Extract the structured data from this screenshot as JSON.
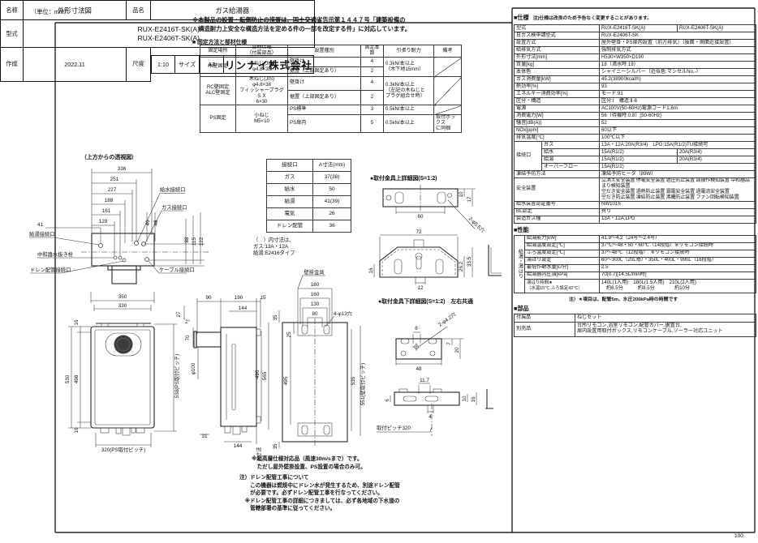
{
  "page": {
    "unit_note": "（単位：mm）",
    "page_number": "100"
  },
  "notice": "※本製品の設置・転倒防止の措置は、国土交通省告示第１４４７号「建築設備の\n　構造耐力上安全な構造方法を定める件の一部を改定する件」に対応しています。",
  "fixing": {
    "title": "■ 固定方法と部材仕様",
    "headers": [
      "固定場所",
      "部材仕様\n（付属部品）",
      "設置種別",
      "固定本数",
      "引張り耐力",
      "備考"
    ],
    "rows": [
      {
        "place": "木壁固定",
        "spec": "木ねじ(JIS)\nφ4.8×38",
        "type": "壁掛け",
        "count": "4",
        "strength": "0.3kN/本以上\n（木下地15mm）"
      },
      {
        "type": "据置（上部固定あり）",
        "count": "2"
      },
      {
        "place": "RC壁固定\nALC壁固定",
        "spec": "木ねじ(JIS)\nφ4.8×38\nフィッシャープラグＳＸ\n6×30",
        "type": "壁掛け",
        "count": "4",
        "strength": "0.3kN/本以上\n（左記の木ねじと\nプラグ組合せ時）"
      },
      {
        "type": "据置（上部固定あり）",
        "count": "2"
      },
      {
        "place": "PS固定",
        "spec": "小ねじ\nM5×10",
        "type": "PS標準",
        "count": "3",
        "strength": "0.5kN/本以上"
      },
      {
        "type": "PS扉内",
        "count": "5",
        "strength": "0.5kN/本以上",
        "remark": "取付ボックス\nに同梱"
      }
    ]
  },
  "spec": {
    "title": "■仕様",
    "note": "注)仕様は改良のため予告なく変更することがあります。",
    "rows": [
      {
        "l": "型式",
        "v": "RUX-E2416T-SK(A)",
        "v2": "RUX-E2406T-SK(A)"
      },
      {
        "l": "日ガス検申請型式",
        "v": "RUX-E2406T-SK"
      },
      {
        "l": "設置方式",
        "v": "屋外壁掛・PS扉内設置〈前方排気〉（後面・側面近接設置）"
      },
      {
        "l": "給排気方式",
        "v": "強制排気方式"
      },
      {
        "l": "外形寸法[mm]",
        "v": "H530×W350×D190"
      },
      {
        "l": "質量[kg]",
        "v": "18（満水時:19）"
      },
      {
        "l": "本体色",
        "v": "シャイニーシルバー（近似色:マンセルNo.-）"
      },
      {
        "l": "ガス消費量[kW]",
        "v": "45.2(38900kcal/h)"
      },
      {
        "l": "熱効率[%]",
        "v": "93"
      },
      {
        "l": "エネルギー消費効率[%]",
        "v": "モード:91"
      },
      {
        "l": "区分・構造",
        "v": "区分:Ⅰ　構造:Ⅱ-6"
      },
      {
        "l": "電源",
        "v": "AC100V(50-60Hz)電源コード1.8m"
      },
      {
        "l": "消費電力[W]",
        "v": "56（待機時:0.8）[50-60Hz]"
      },
      {
        "l": "騒音[dB(A)]",
        "v": "52"
      },
      {
        "l": "NOx[ppm]",
        "v": "60以下"
      },
      {
        "l": "排気温度[℃]",
        "v": "100℃以下"
      }
    ],
    "connections": {
      "group": "接続口",
      "rows": [
        {
          "l": "ガス",
          "v": "13A・12A:20A(R3/4)　LPG:15A(R1/2)TU接続可"
        },
        {
          "l": "給水",
          "v": "15A(R1/2)",
          "v2": "20A(R3/4)"
        },
        {
          "l": "給湯",
          "v": "15A(R1/2)",
          "v2": "20A(R3/4)"
        },
        {
          "l": "オーバーフロー",
          "v": "15A(R1/2)"
        }
      ]
    },
    "rows2": [
      {
        "l": "凍結予防方法",
        "v": "凍結予防ヒータ（89W）"
      },
      {
        "l": "安全装置",
        "v": "立消え安全装置 停電安全装置 過圧防止装置 誤操作検知装置 中和器詰まり検知装置\n空だき安全装置 過熱防止装置 漏電安全装置 過電流安全装置\n空だき防止装置 凍結防止装置 沸騰防止装置 ファン回転検知装置"
      },
      {
        "l": "給水装置認証番号",
        "v": "NW1016"
      },
      {
        "l": "BL認定",
        "v": "有り"
      },
      {
        "l": "製造ガス種",
        "v": "13A・12A,LPG"
      }
    ]
  },
  "performance": {
    "title": "■性能",
    "group": "給湯・湯はり",
    "rows": [
      {
        "l": "給湯能力[kW]",
        "v": "41.9～4.2（24号～2.4号）"
      },
      {
        "l": "給湯温度設定[℃]",
        "v": "37℃～48・50・60℃（14段階）※リモコン接続時"
      },
      {
        "l": "ふろ温度設定[℃]",
        "v": "37～48℃（12段階）　※リモコン接続時"
      },
      {
        "l": "湯はり設定",
        "v": "60～300L（20L毎）・350L・400L・990L（16段階）"
      },
      {
        "l": "最低作動水量[L/分]",
        "v": "2.5"
      },
      {
        "l": "給湯器内圧損[kPa]",
        "v": "70(0.7)[14.5L/min時]"
      },
      {
        "l": "湯はり時間★\n（水温15℃,ふろ設定42℃）",
        "v": "140L(1人用)　180L(1.5人用)　210L(2人用)\n　約6.5分　　　約8.5分　　　　約10分"
      }
    ],
    "note": "注）★項目は、配管5m、水圧200kPa時の時間です"
  },
  "parts": {
    "title": "■部品",
    "rows": [
      {
        "l": "付属品",
        "v": "ねじセット"
      },
      {
        "l": "別売品",
        "v": "台所リモコン,浴室リモコン,配管カバー,据置台,\n扉内設置用取付ボックス,リモコンケーブル,ソーラー対応ユニット"
      }
    ]
  },
  "dim_table": {
    "headers": [
      "接続口",
      "A寸法(mm)"
    ],
    "rows": [
      [
        "ガス",
        "37(38)"
      ],
      [
        "給水",
        "50"
      ],
      [
        "給湯",
        "41(39)"
      ],
      [
        "電気",
        "26"
      ],
      [
        "ドレン配管",
        "36"
      ]
    ],
    "note": "（　）内寸法は、\nガス:13A・12A\n給湯:E2416タイプ"
  },
  "drawings": {
    "top": {
      "title": "（上方からの透視図）",
      "dims": [
        "336",
        "251",
        "227",
        "188",
        "161",
        "129",
        "41",
        "46",
        "48",
        "88",
        "115",
        "122"
      ],
      "labels": [
        "給水接続口",
        "ガス接続口",
        "給湯接続口",
        "中和器水抜き栓",
        "ドレン配管接続口",
        "ケーブル接続口"
      ]
    },
    "front": {
      "dims": [
        "350",
        "330",
        "16",
        "530",
        "498",
        "538(PS取付ピッチ)",
        "16",
        "320(PS取付ピッチ)"
      ]
    },
    "side": {
      "dims": [
        "90",
        "190",
        "15",
        "144",
        "27",
        "2°",
        "70",
        "φ100",
        "496",
        "565",
        "31",
        "144",
        "A寸法"
      ]
    },
    "rear": {
      "dims": [
        "180",
        "160",
        "130",
        "80",
        "35",
        "25",
        "495",
        "535",
        "551(壁取付ピッチ)",
        "35"
      ],
      "hole": "4-φ13穴",
      "bracket": "壁掛金具"
    },
    "bracket_upper": {
      "title": "●取付金具上詳細図(S=1:2)",
      "dims": [
        "10",
        "17",
        "60",
        "72",
        "16",
        "12",
        "26.2",
        "33.5"
      ],
      "hole": "2-φ5.5穴"
    },
    "bracket_lower": {
      "title": "●取付金具下詳細図(S=1:2)　左右共通",
      "dims": [
        "8",
        "7",
        "20",
        "48",
        "11.7",
        "6",
        "10",
        "16",
        "4"
      ],
      "hole": "2-φ4.2穴",
      "pitch": "取付ピッチ320"
    }
  },
  "notes": {
    "highrise": "※超高層仕様対応品（風速30m/sまで）です。\n　ただし屋外壁掛設置、PS設置の場合のみ可。",
    "drain": "注）ドレン配管工事について\n　　この機器は燃焼中にドレン水が発生するため、別途ドレン配管\n　　が必要です。必ずドレン配管工事を行なってください。\n　※ドレン配管工事の詳細につきましては、必ず各地域の下水道の\n　　管轄部署の基準に従ってください。"
  },
  "title_block": {
    "name_label": "名称",
    "name": "外形寸法図",
    "product_label": "品名",
    "product": "ガス給湯器",
    "model_label": "型式",
    "models": "RUX-E2416T-SK(A)\nRUX-E2406T-SK(A)",
    "date_label": "作成",
    "date": "2022.11",
    "scale_label": "尺度",
    "scale": "1:10",
    "size_label": "サイズ",
    "size": "A3",
    "company": "リンナイ株式会社"
  }
}
